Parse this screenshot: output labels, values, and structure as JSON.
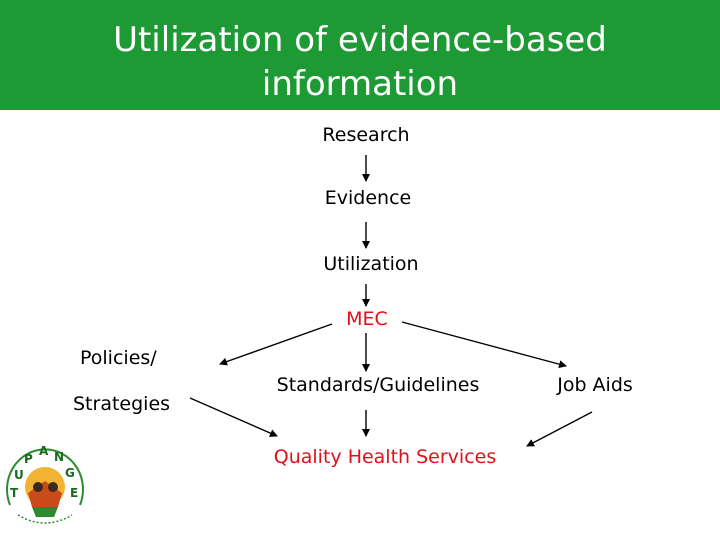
{
  "title": {
    "line1": "Utilization of evidence-based",
    "line2": "information"
  },
  "nodes": {
    "research": "Research",
    "evidence": "Evidence",
    "utilization": "Utilization",
    "mec": "MEC",
    "policies_line1": "Policies/",
    "policies_line2": "Strategies",
    "standards": "Standards/Guidelines",
    "job_aids": "Job Aids",
    "quality": "Quality Health Services"
  },
  "logo": {
    "letters": [
      "T",
      "U",
      "P",
      "A",
      "N",
      "G",
      "E"
    ],
    "icon": "tupange-logo"
  },
  "colors": {
    "title_band": "#1e9a35",
    "title_text": "#ffffff",
    "highlight": "#e0101a",
    "text": "#000000"
  }
}
